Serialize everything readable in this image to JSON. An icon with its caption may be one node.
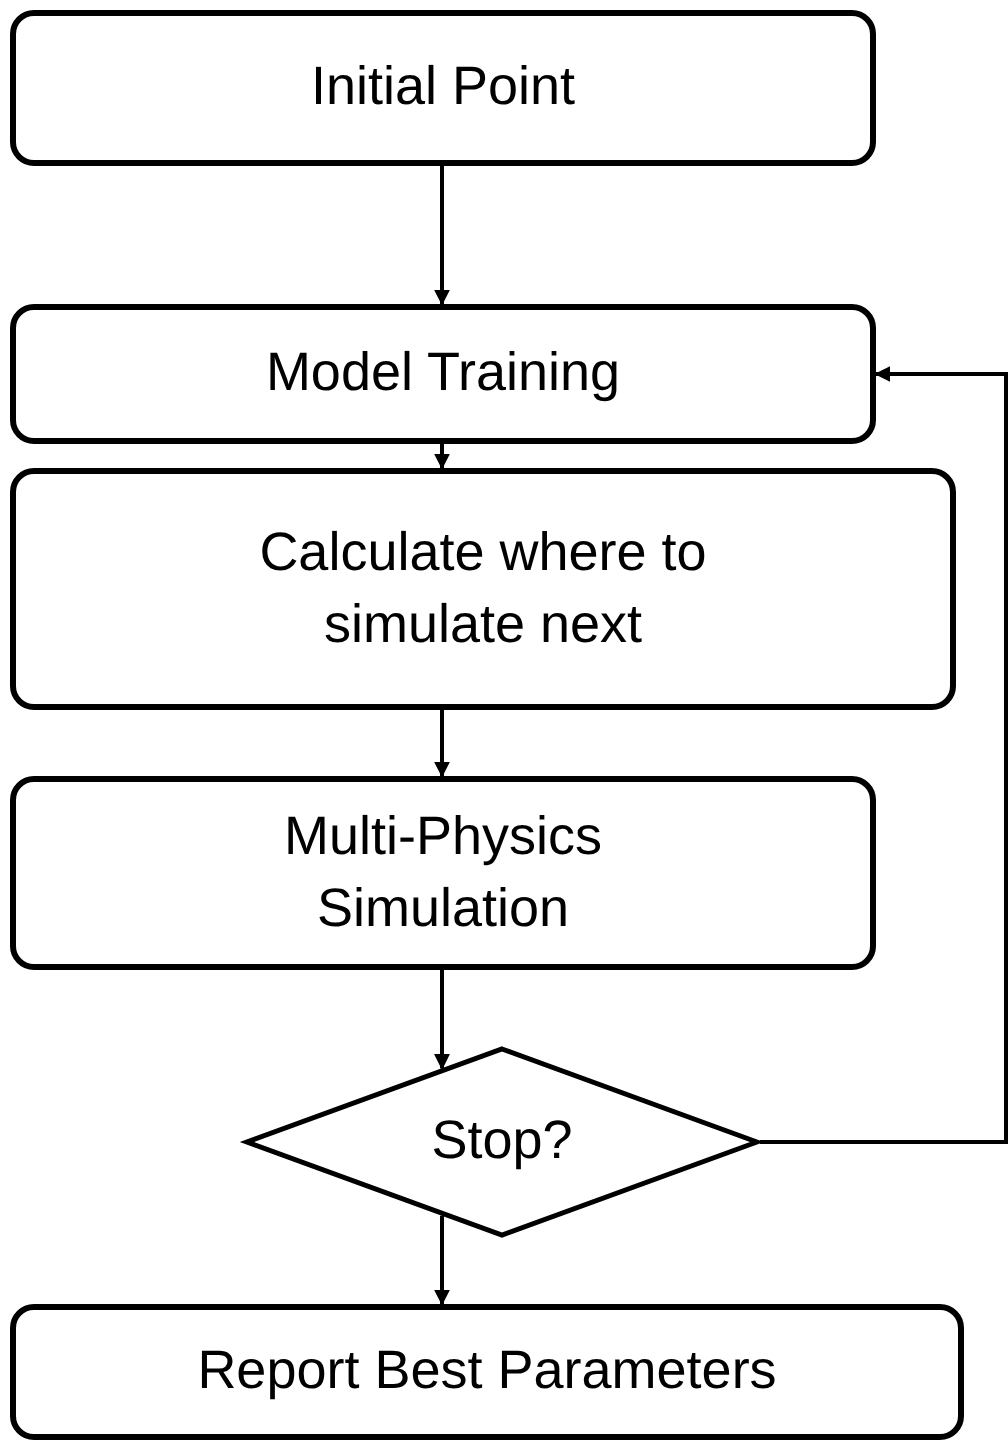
{
  "diagram": {
    "nodes": [
      {
        "text": [
          "Initial Point"
        ]
      },
      {
        "text": [
          "Model Training"
        ]
      },
      {
        "text": [
          "Calculate where to simulate next"
        ]
      },
      {
        "text": [
          "Multi-Physics Simulation"
        ]
      },
      {
        "text": [
          "Stop?"
        ]
      },
      {
        "text": [
          "Report Best Parameters"
        ]
      }
    ],
    "edges": [
      {
        "from": 0,
        "to": 1,
        "arrow": "to"
      },
      {
        "from": 1,
        "to": 2,
        "arrow": "to"
      },
      {
        "from": 2,
        "to": 3,
        "arrow": "to"
      },
      {
        "from": 3,
        "to": 4,
        "arrow": "to"
      },
      {
        "from": 4,
        "to": 5,
        "arrow": "to"
      },
      {
        "from": 4,
        "to": 1,
        "arrow": "to"
      }
    ]
  }
}
